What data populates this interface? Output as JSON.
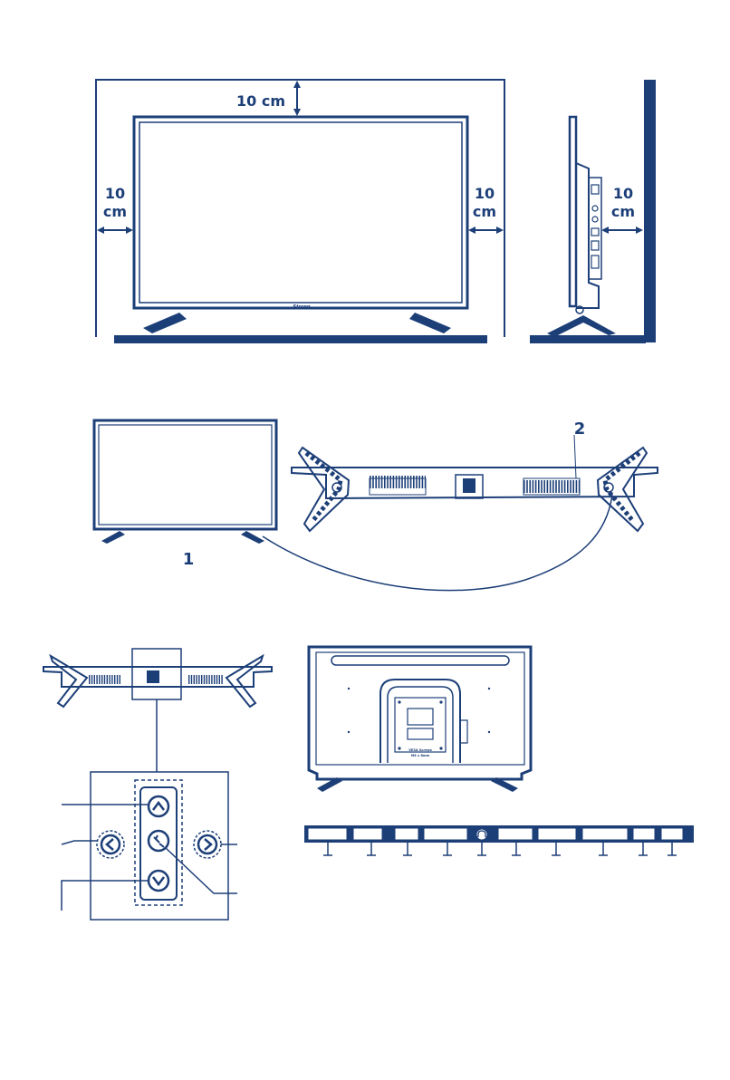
{
  "colors": {
    "primary": "#1d3f78",
    "background": "#ffffff"
  },
  "clearance": {
    "top_label": "10 cm",
    "left_value": "10",
    "left_unit": "cm",
    "right_value": "10",
    "right_unit": "cm",
    "side_value": "10",
    "side_unit": "cm"
  },
  "stand_install": {
    "label_front": "1",
    "label_stand": "2"
  },
  "brand_mark": "Strong",
  "back_sticker": [
    "VESA Screws",
    "M4 x 8mm"
  ],
  "icons": {
    "up_button": "chevron-up-icon",
    "left_button": "chevron-left-icon",
    "right_button": "chevron-right-icon",
    "down_button": "chevron-down-icon",
    "power_button": "power-icon",
    "headphone_port": "headphone-icon"
  }
}
